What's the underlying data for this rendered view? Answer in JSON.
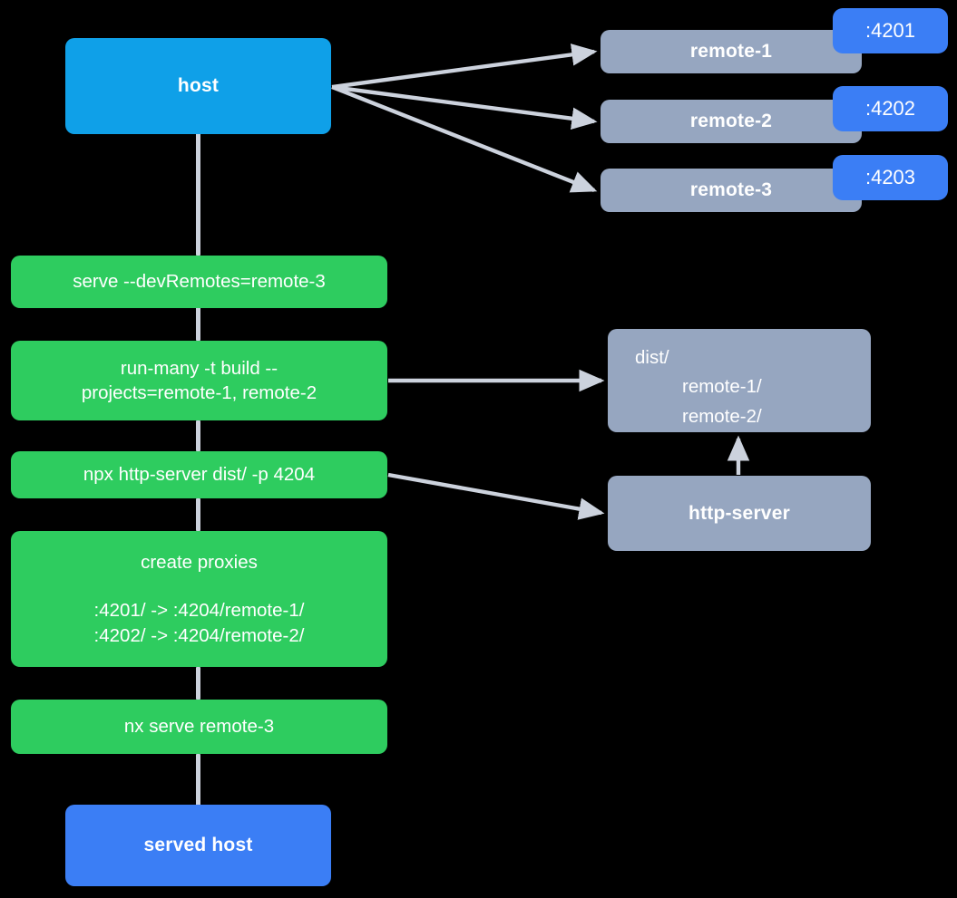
{
  "diagram": {
    "title": "nx host and remotes serve flow",
    "colors": {
      "background": "#000000",
      "host": "#0fa0e8",
      "served_host": "#3b7ef5",
      "remote": "#96a6c0",
      "command": "#2ecc5f",
      "port_badge": "#3b7ef5",
      "connector": "#ccd2dd",
      "node_text": "#ffffff"
    },
    "nodes": {
      "host": {
        "label": "host"
      },
      "served_host": {
        "label": "served host"
      },
      "remotes": [
        {
          "label": "remote-1",
          "port": ":4201"
        },
        {
          "label": "remote-2",
          "port": ":4202"
        },
        {
          "label": "remote-3",
          "port": ":4203"
        }
      ],
      "commands": [
        {
          "line1": "serve --devRemotes=remote-3",
          "line2": "",
          "line3": "",
          "line4": ""
        },
        {
          "line1": "run-many -t build --",
          "line2": "projects=remote-1, remote-2",
          "line3": "",
          "line4": ""
        },
        {
          "line1": "npx http-server dist/ -p 4204",
          "line2": "",
          "line3": "",
          "line4": ""
        },
        {
          "line1": "create proxies",
          "line2": "",
          "line3": ":4201/ -> :4204/remote-1/",
          "line4": ":4202/ -> :4204/remote-2/"
        },
        {
          "line1": "nx serve remote-3",
          "line2": "",
          "line3": "",
          "line4": ""
        }
      ],
      "dist": {
        "root": "dist/",
        "child1": "remote-1/",
        "child2": "remote-2/"
      },
      "http_server": {
        "label": "http-server"
      }
    }
  }
}
